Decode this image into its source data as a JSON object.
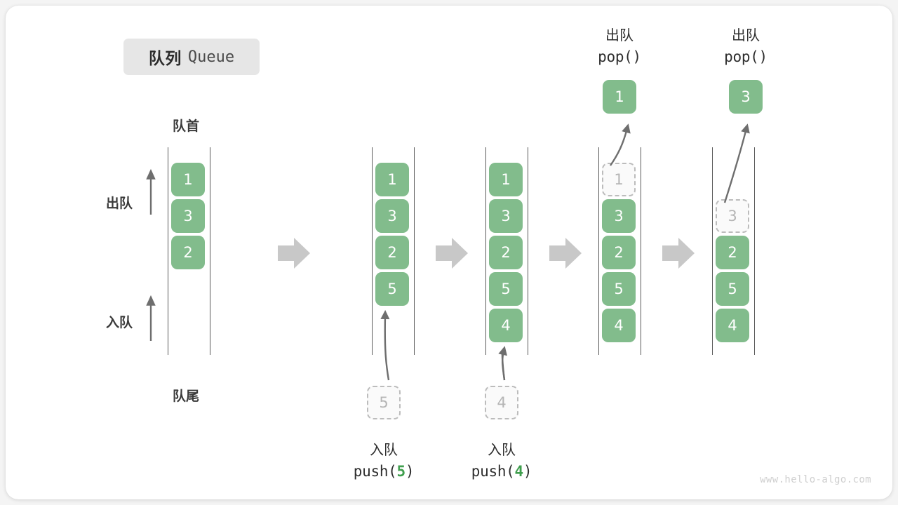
{
  "title": {
    "cn": "队列",
    "en": "Queue"
  },
  "labels": {
    "head": "队首",
    "tail": "队尾",
    "dequeue": "出队",
    "enqueue": "入队"
  },
  "watermark": "www.hello-algo.com",
  "colors": {
    "cell_green": "#82bc8c",
    "ghost_border": "#bcbcbc",
    "ghost_text": "#b5b5b5",
    "arrow_gray": "#6e6e6e",
    "transition_arrow": "#c8c8c8",
    "accent_code": "#3f9e4d",
    "badge_bg": "#e6e6e6",
    "rail": "#5a5a5a"
  },
  "stages": [
    {
      "id": "stage-initial",
      "cells": [
        {
          "value": "1",
          "state": "filled"
        },
        {
          "value": "3",
          "state": "filled"
        },
        {
          "value": "2",
          "state": "filled"
        }
      ],
      "operation": null,
      "result": null
    },
    {
      "id": "stage-push-5",
      "cells": [
        {
          "value": "1",
          "state": "filled"
        },
        {
          "value": "3",
          "state": "filled"
        },
        {
          "value": "2",
          "state": "filled"
        },
        {
          "value": "5",
          "state": "filled"
        }
      ],
      "operation": {
        "cn": "入队",
        "code_prefix": "push(",
        "code_arg": "5",
        "code_suffix": ")",
        "incoming": {
          "value": "5",
          "state": "ghost"
        }
      },
      "result": null
    },
    {
      "id": "stage-push-4",
      "cells": [
        {
          "value": "1",
          "state": "filled"
        },
        {
          "value": "3",
          "state": "filled"
        },
        {
          "value": "2",
          "state": "filled"
        },
        {
          "value": "5",
          "state": "filled"
        },
        {
          "value": "4",
          "state": "filled"
        }
      ],
      "operation": {
        "cn": "入队",
        "code_prefix": "push(",
        "code_arg": "4",
        "code_suffix": ")",
        "incoming": {
          "value": "4",
          "state": "ghost"
        }
      },
      "result": null
    },
    {
      "id": "stage-pop-1",
      "cells": [
        {
          "value": "1",
          "state": "ghost"
        },
        {
          "value": "3",
          "state": "filled"
        },
        {
          "value": "2",
          "state": "filled"
        },
        {
          "value": "5",
          "state": "filled"
        },
        {
          "value": "4",
          "state": "filled"
        }
      ],
      "operation": {
        "cn": "出队",
        "code_prefix": "pop(",
        "code_arg": "",
        "code_suffix": ")"
      },
      "result": {
        "value": "1",
        "state": "filled"
      }
    },
    {
      "id": "stage-pop-3",
      "cells": [
        {
          "value": "",
          "state": "empty"
        },
        {
          "value": "3",
          "state": "ghost"
        },
        {
          "value": "2",
          "state": "filled"
        },
        {
          "value": "5",
          "state": "filled"
        },
        {
          "value": "4",
          "state": "filled"
        }
      ],
      "operation": {
        "cn": "出队",
        "code_prefix": "pop(",
        "code_arg": "",
        "code_suffix": ")"
      },
      "result": {
        "value": "3",
        "state": "filled"
      }
    }
  ]
}
